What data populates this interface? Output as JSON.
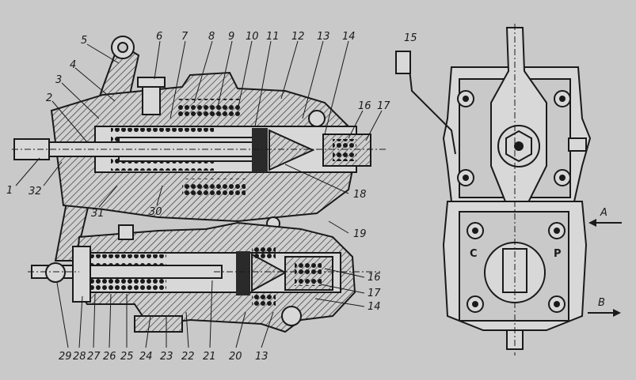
{
  "left_view": {
    "callouts": [
      "1",
      "2",
      "3",
      "4",
      "5",
      "6",
      "7",
      "8",
      "9",
      "10",
      "11",
      "12",
      "13",
      "14",
      "15",
      "16",
      "17",
      "18",
      "19",
      "16",
      "17",
      "14",
      "13",
      "20",
      "21",
      "22",
      "23",
      "24",
      "25",
      "26",
      "27",
      "28",
      "29",
      "30",
      "31",
      "32"
    ]
  },
  "right_view": {
    "arrows": [
      "A",
      "B"
    ],
    "plates": [
      "C",
      "P"
    ]
  }
}
